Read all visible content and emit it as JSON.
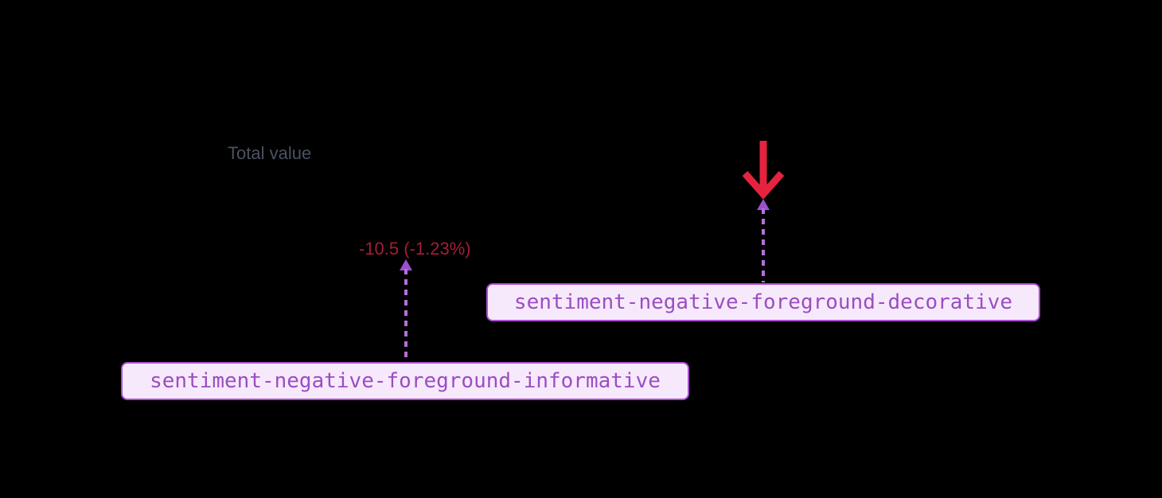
{
  "figure": {
    "title": "Total value",
    "negative_value": "-10.5 (-1.23%)",
    "trend_icon": "arrow-down-icon"
  },
  "annotations": {
    "informative": {
      "label": "sentiment-negative-foreground-informative"
    },
    "decorative": {
      "label": "sentiment-negative-foreground-decorative"
    }
  },
  "colors": {
    "background": "#000000",
    "title_text": "#4B5162",
    "negative_text": "#A51D37",
    "negative_icon": "#E6233F",
    "annotation_bg": "#F7E9FC",
    "annotation_border": "#A851CF",
    "annotation_text": "#9A4EC2",
    "annotation_arrow": "#B56FD8",
    "annotation_arrowhead": "#9B4FD0"
  }
}
